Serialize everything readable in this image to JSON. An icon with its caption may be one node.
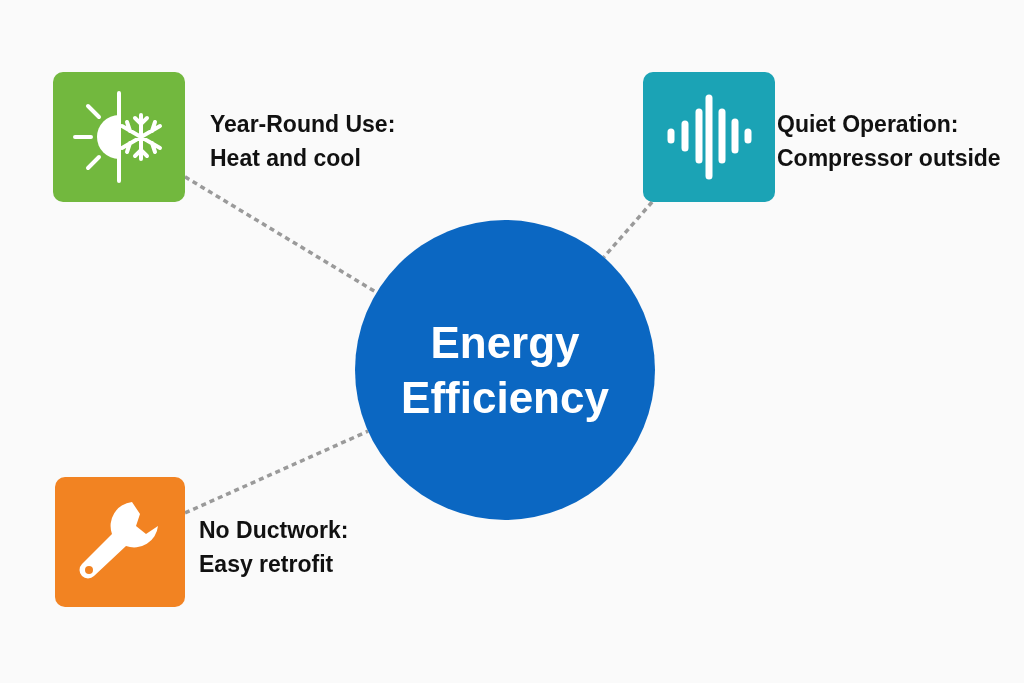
{
  "diagram": {
    "nodes": [
      {
        "text": [
          "Energy Efficiency"
        ]
      },
      {
        "text": [],
        "shape": "box",
        "beside": [
          "Year-Round Use:",
          "Heat and cool"
        ]
      },
      {
        "text": [],
        "shape": "box",
        "beside": [
          "Quiet Operation:",
          "Compressor outside"
        ]
      },
      {
        "text": [],
        "shape": "box",
        "beside": [
          "No Ductwork:",
          "Easy retrofit"
        ]
      }
    ],
    "edges": [
      {
        "from": 1,
        "to": 0,
        "arrow": "none",
        "style": "dashed"
      },
      {
        "from": 2,
        "to": 0,
        "arrow": "none",
        "style": "dashed"
      },
      {
        "from": 3,
        "to": 0,
        "arrow": "none",
        "style": "dashed"
      }
    ]
  }
}
